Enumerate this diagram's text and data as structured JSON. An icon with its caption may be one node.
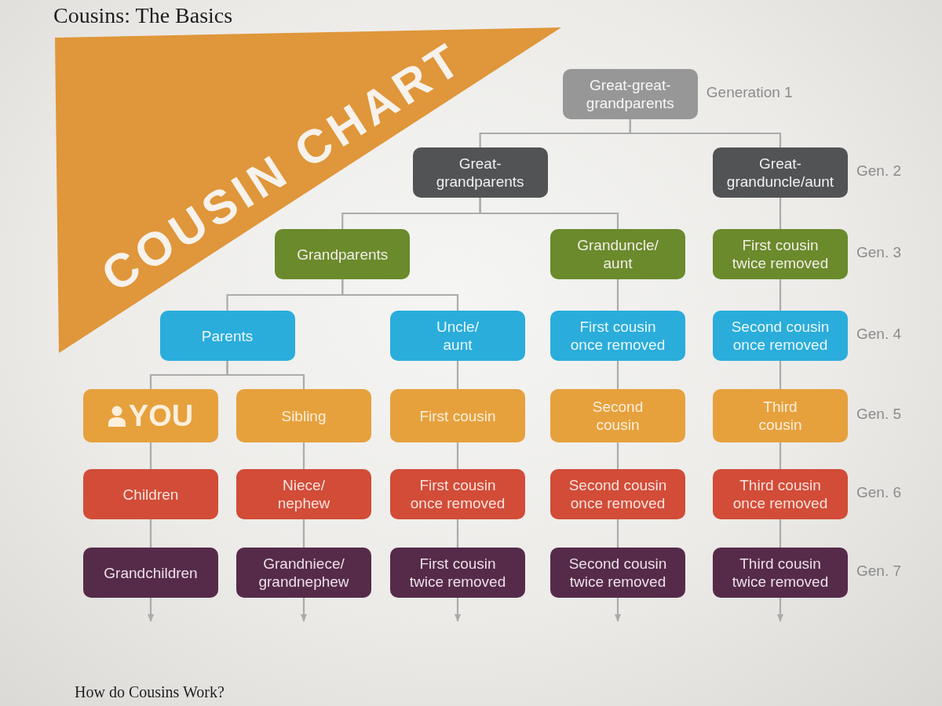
{
  "diagram": {
    "title": "Cousins: The Basics",
    "nodes": [
      {
        "text": [
          "COUSIN CHART"
        ]
      },
      {
        "text": [
          "Great-great- grandparents"
        ],
        "beside": [
          "Generation 1"
        ]
      },
      {
        "text": [
          "Great- grandparents"
        ]
      },
      {
        "text": [
          "Great- granduncle/aunt"
        ],
        "beside": [
          "Gen. 2"
        ]
      },
      {
        "text": [
          "Grandparents"
        ]
      },
      {
        "text": [
          "Granduncle/ aunt"
        ]
      },
      {
        "text": [
          "First cousin twice removed"
        ],
        "beside": [
          "Gen. 3"
        ]
      },
      {
        "text": [
          "Parents"
        ]
      },
      {
        "text": [
          "Uncle/ aunt"
        ]
      },
      {
        "text": [
          "First cousin once removed"
        ]
      },
      {
        "text": [
          "Second cousin once removed"
        ],
        "beside": [
          "Gen. 4"
        ]
      },
      {
        "text": [
          "YOU"
        ]
      },
      {
        "text": [
          "Sibling"
        ]
      },
      {
        "text": [
          "First cousin"
        ]
      },
      {
        "text": [
          "Second cousin"
        ]
      },
      {
        "text": [
          "Third cousin"
        ],
        "beside": [
          "Gen. 5"
        ]
      },
      {
        "text": [
          "Children"
        ]
      },
      {
        "text": [
          "Niece/ nephew"
        ]
      },
      {
        "text": [
          "First cousin once removed"
        ]
      },
      {
        "text": [
          "Second cousin once removed"
        ]
      },
      {
        "text": [
          "Third cousin once removed"
        ],
        "beside": [
          "Gen. 6"
        ]
      },
      {
        "text": [
          "Grandchildren"
        ]
      },
      {
        "text": [
          "Grandniece/ grandnephew"
        ]
      },
      {
        "text": [
          "First cousin twice removed"
        ]
      },
      {
        "text": [
          "Second cousin twice removed"
        ]
      },
      {
        "text": [
          "Third cousin twice removed"
        ],
        "beside": [
          "Gen. 7"
        ]
      }
    ],
    "edges": [
      {
        "from": 1,
        "to": 2,
        "arrow": "none"
      },
      {
        "from": 1,
        "to": 3,
        "arrow": "none"
      },
      {
        "from": 2,
        "to": 4,
        "arrow": "none"
      },
      {
        "from": 2,
        "to": 5,
        "arrow": "none"
      },
      {
        "from": 3,
        "to": 6,
        "arrow": "none"
      },
      {
        "from": 4,
        "to": 7,
        "arrow": "none"
      },
      {
        "from": 4,
        "to": 8,
        "arrow": "none"
      },
      {
        "from": 5,
        "to": 9,
        "arrow": "none"
      },
      {
        "from": 6,
        "to": 10,
        "arrow": "none"
      },
      {
        "from": 7,
        "to": 11,
        "arrow": "none"
      },
      {
        "from": 7,
        "to": 12,
        "arrow": "none"
      },
      {
        "from": 8,
        "to": 13,
        "arrow": "none"
      },
      {
        "from": 9,
        "to": 14,
        "arrow": "none"
      },
      {
        "from": 10,
        "to": 15,
        "arrow": "none"
      },
      {
        "from": 11,
        "to": 16,
        "arrow": "none"
      },
      {
        "from": 12,
        "to": 17,
        "arrow": "none"
      },
      {
        "from": 13,
        "to": 18,
        "arrow": "none"
      },
      {
        "from": 14,
        "to": 19,
        "arrow": "none"
      },
      {
        "from": 15,
        "to": 20,
        "arrow": "none"
      },
      {
        "from": 16,
        "to": 21,
        "arrow": "none"
      },
      {
        "from": 17,
        "to": 22,
        "arrow": "none"
      },
      {
        "from": 18,
        "to": 23,
        "arrow": "none"
      },
      {
        "from": 19,
        "to": 24,
        "arrow": "none"
      },
      {
        "from": 20,
        "to": 25,
        "arrow": "none"
      },
      {
        "from": 21,
        "to": null,
        "arrow": "to"
      },
      {
        "from": 22,
        "to": null,
        "arrow": "to"
      },
      {
        "from": 23,
        "to": null,
        "arrow": "to"
      },
      {
        "from": 24,
        "to": null,
        "arrow": "to"
      },
      {
        "from": 25,
        "to": null,
        "arrow": "to"
      }
    ],
    "labels": [
      "How do Cousins Work?"
    ]
  }
}
